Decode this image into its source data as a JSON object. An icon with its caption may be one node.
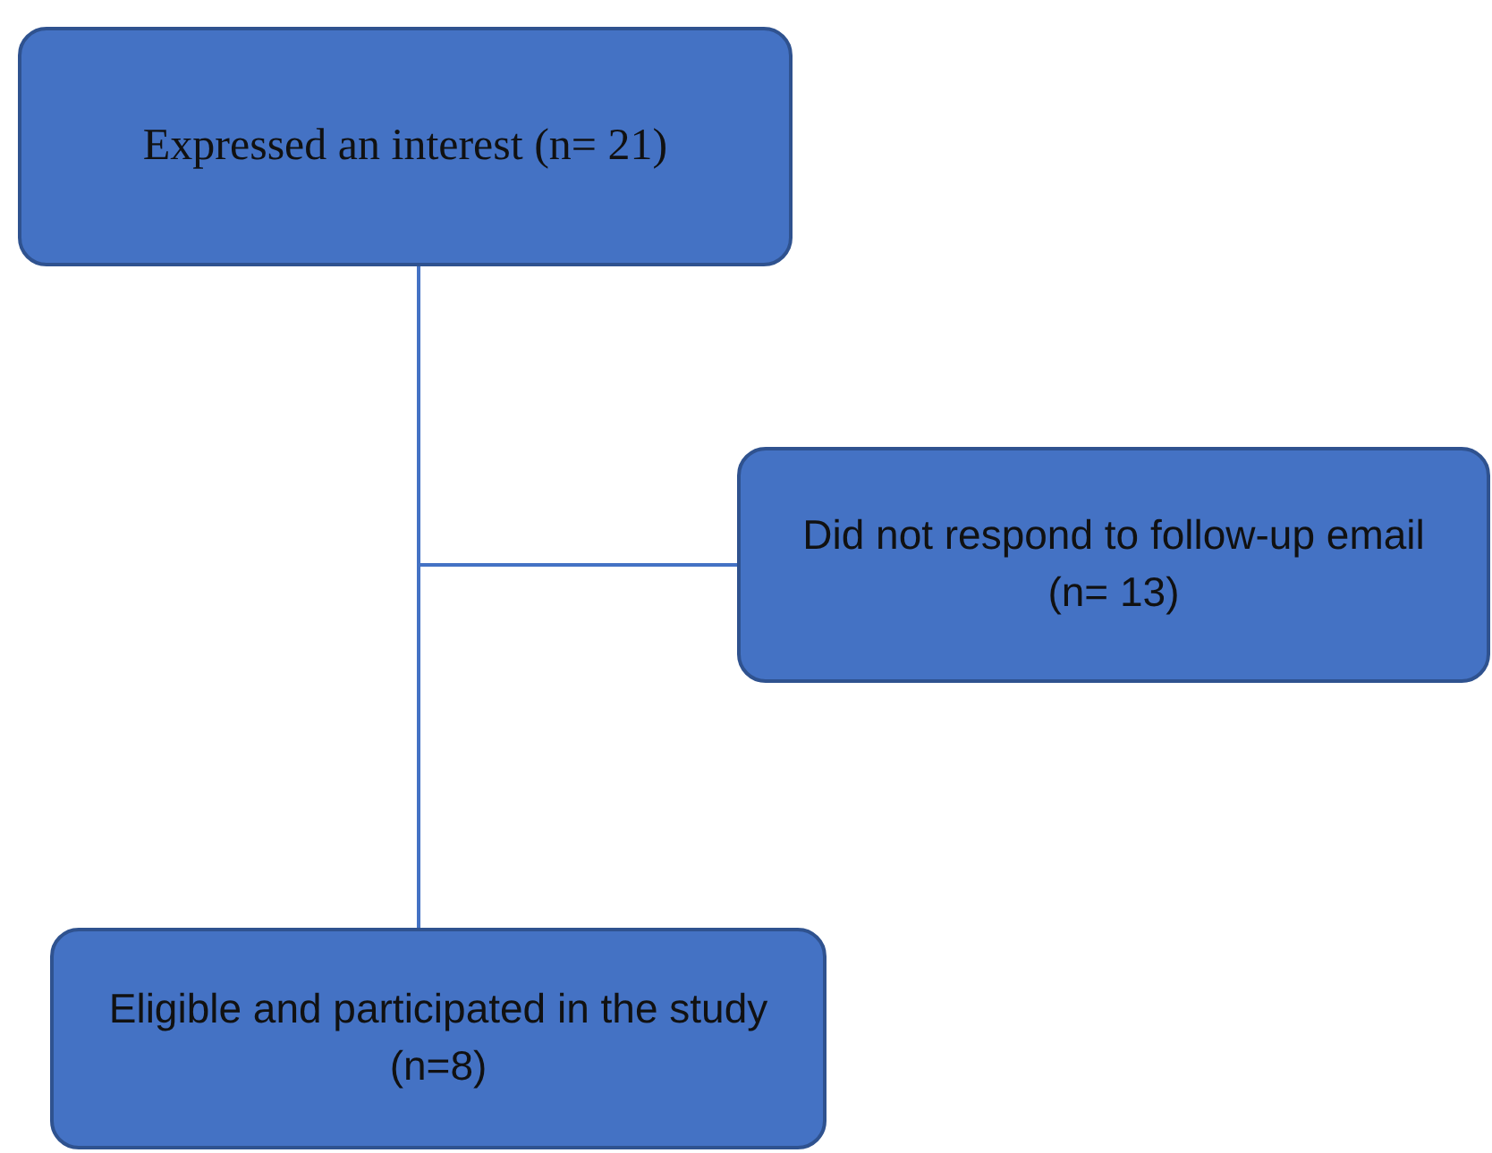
{
  "diagram": {
    "nodes": [
      {
        "text": [
          "Expressed an interest (n= 21)"
        ]
      },
      {
        "text": [
          "Did not respond to follow-up email (n= 13)"
        ]
      },
      {
        "text": [
          "Eligible and participated in the study (n=8)"
        ]
      }
    ],
    "edges": [
      {
        "from": 0,
        "to": 2,
        "arrow": "none"
      },
      {
        "from": 0,
        "to": 1,
        "arrow": "none"
      }
    ]
  }
}
